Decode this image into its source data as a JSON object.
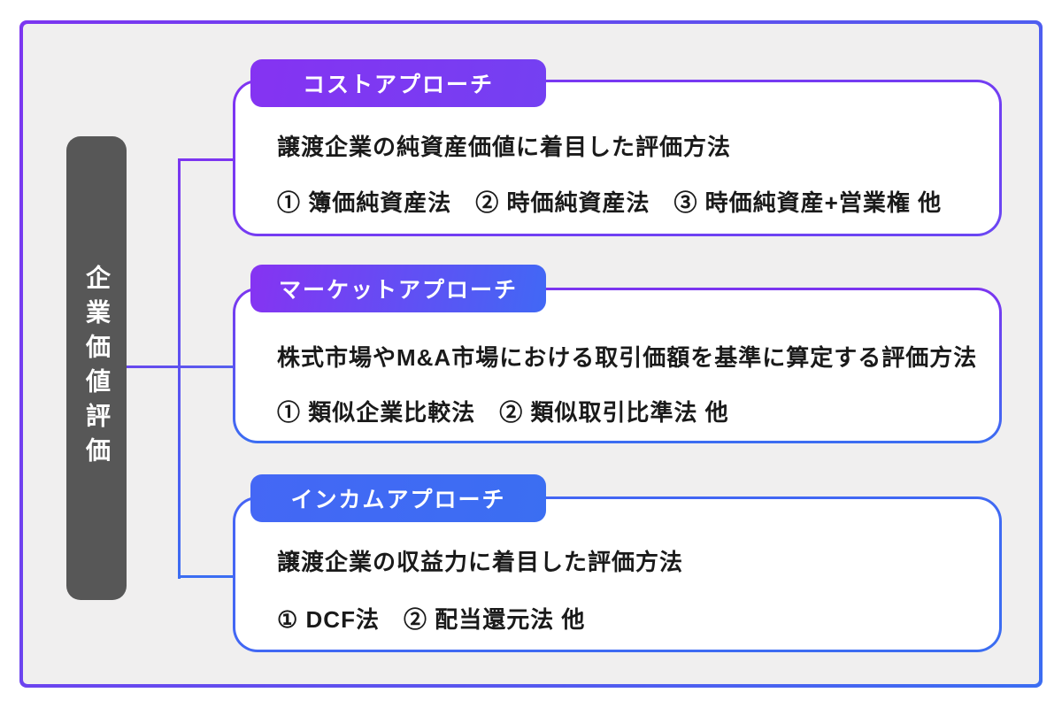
{
  "root": {
    "label": "企業価値評価"
  },
  "branches": [
    {
      "title": "コストアプローチ",
      "description": "譲渡企業の純資産価値に着目した評価方法",
      "methods": "① 簿価純資産法　② 時価純資産法　③ 時価純資産+営業権 他"
    },
    {
      "title": "マーケットアプローチ",
      "description": "株式市場やM&A市場における取引価額を基準に算定する評価方法",
      "methods": "① 類似企業比較法　② 類似取引比準法 他"
    },
    {
      "title": "インカムアプローチ",
      "description": "譲渡企業の収益力に着目した評価方法",
      "methods": "① DCF法　② 配当還元法 他"
    }
  ],
  "colors": {
    "purple": "#7C35F0",
    "blue": "#3B6DF2",
    "violet": "#6A46F3",
    "gray": "#575757",
    "bg": "#F0EFEF",
    "text": "#1A1A1A"
  }
}
